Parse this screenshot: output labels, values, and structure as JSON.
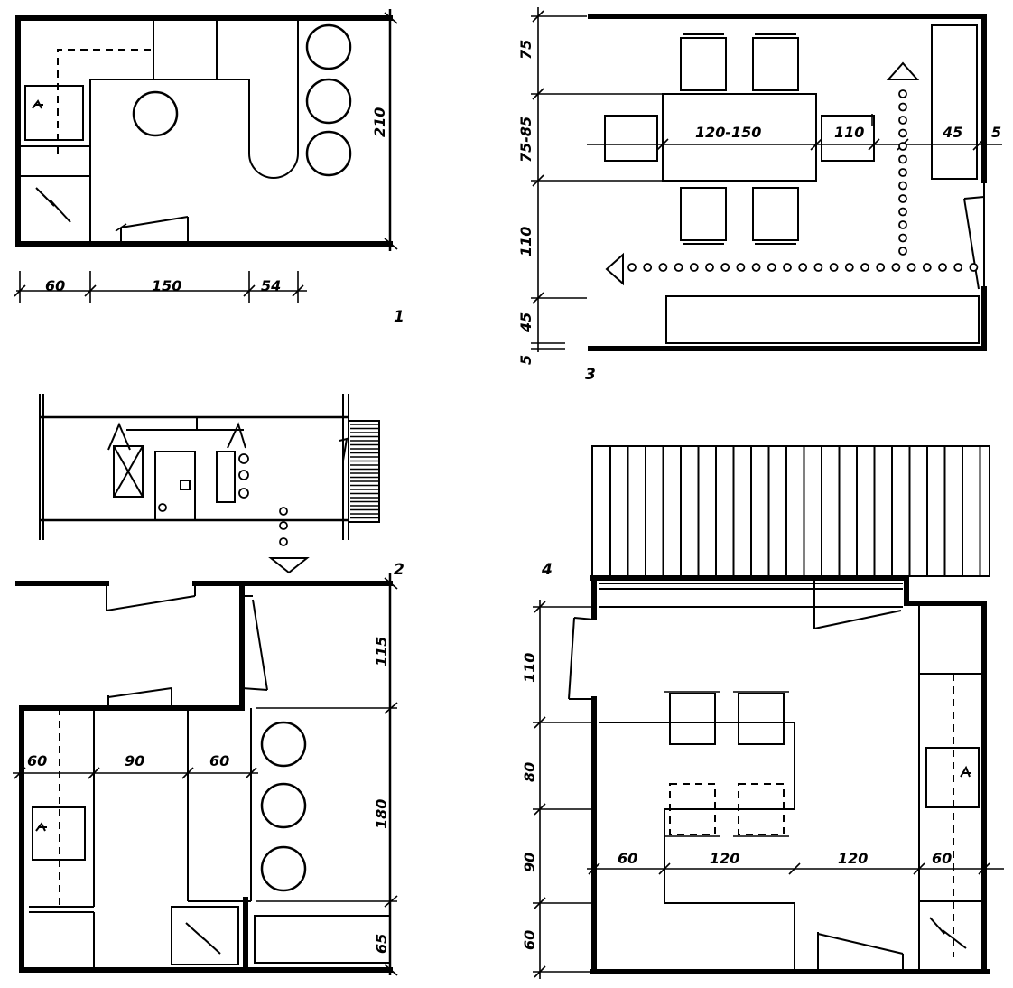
{
  "plan1": {
    "number": "1",
    "dims": {
      "left": "60",
      "middle": "150",
      "right": "54",
      "height": "210"
    }
  },
  "plan2": {
    "number": "2",
    "dims": {
      "a": "60",
      "b": "90",
      "c": "60",
      "h1": "115",
      "h2": "180",
      "h3": "65"
    }
  },
  "plan3": {
    "number": "3",
    "dims": {
      "v1": "75",
      "v2": "75-85",
      "v3": "110",
      "v4": "45",
      "v5": "5",
      "table": "120-150",
      "gap": "110",
      "counter": "45",
      "edge": "5"
    }
  },
  "plan4": {
    "number": "4",
    "dims": {
      "v1": "110",
      "v2": "80",
      "v3": "90",
      "v4": "60",
      "h1": "60",
      "h2": "120",
      "h3": "120",
      "h4": "60"
    }
  }
}
